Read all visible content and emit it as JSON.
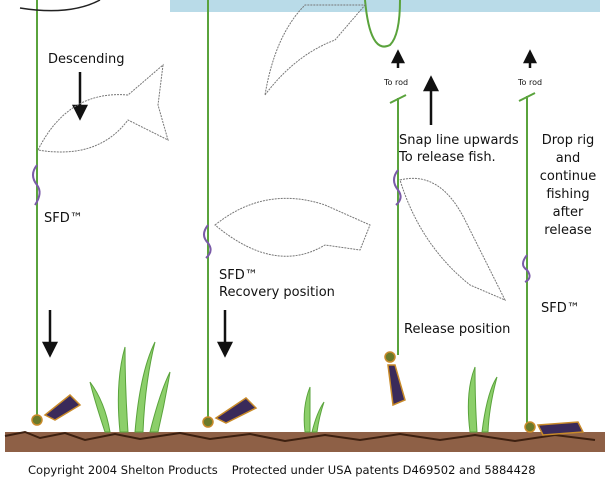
{
  "labels": {
    "descending": "Descending",
    "sfd_1": "SFD™",
    "sfd_2": "SFD™",
    "recovery_position": "Recovery position",
    "to_rod_1": "To rod",
    "to_rod_2": "To rod",
    "snap_line": [
      "Snap line upwards",
      "To release fish."
    ],
    "release_position": "Release position",
    "drop_rig": [
      "Drop rig",
      "and",
      "continue",
      "fishing",
      "after",
      "release"
    ],
    "sfd_3": "SFD™"
  },
  "footer": {
    "copyright": "Copyright 2004 Shelton Products",
    "patents": "Protected under USA patents D469502 and 5884428"
  },
  "colors": {
    "line": "#5aa33c",
    "water": "#b9dbe8",
    "ground": "#6b3a1e",
    "clip": "#7a5aa8"
  }
}
